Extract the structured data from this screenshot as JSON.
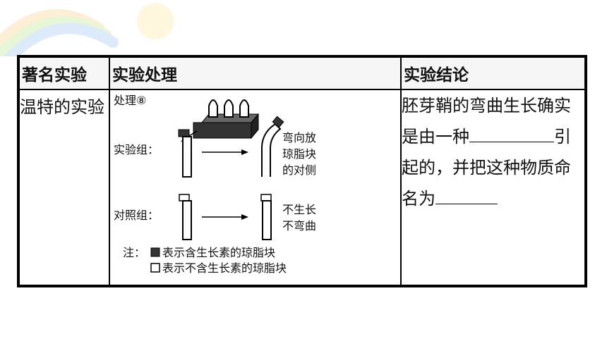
{
  "table": {
    "headers": [
      "著名实验",
      "实验处理",
      "实验结论"
    ],
    "experiment_name": "温特的实验",
    "treatment": {
      "title": "处理⑧",
      "experimental_label": "实验组：",
      "experimental_result": [
        "弯向放",
        "琼脂块",
        "的对侧"
      ],
      "control_label": "对照组：",
      "control_result": [
        "不生长",
        "不弯曲"
      ],
      "note_prefix": "注：",
      "legend_filled": "表示含生长素的琼脂块",
      "legend_empty": "表示不含生长素的琼脂块"
    },
    "conclusion": {
      "part1": "胚芽鞘的弯曲生长确实是由一种",
      "part2": "引起的，并把这种物质命名为"
    }
  },
  "colors": {
    "border": "#000000",
    "header_bg": "#f6f6f6",
    "block_fill": "#333333"
  }
}
